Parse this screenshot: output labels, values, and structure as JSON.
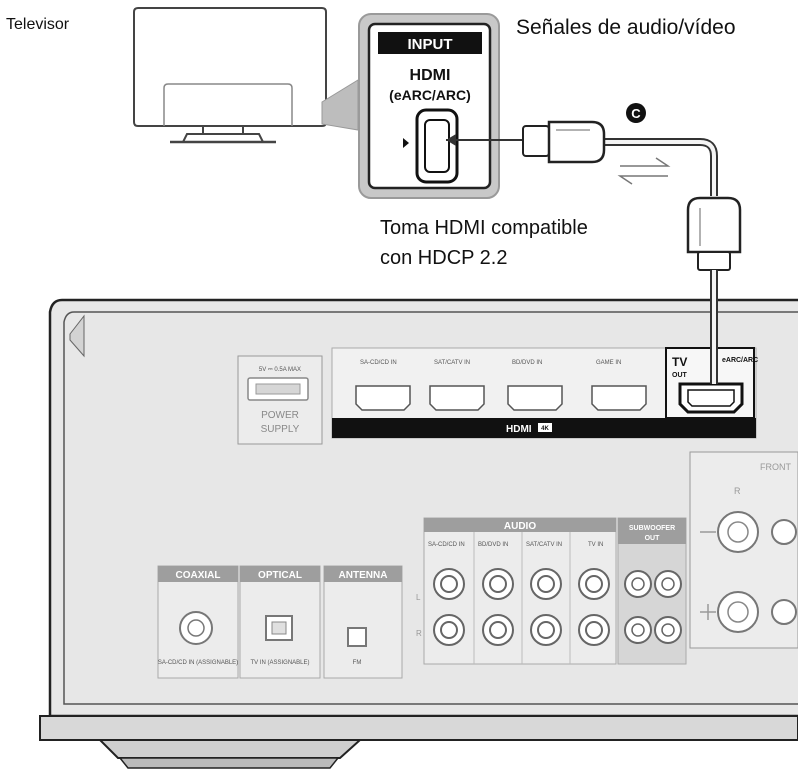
{
  "labels": {
    "tv": "Televisor",
    "signals": "Señales de audio/vídeo",
    "hdcp_line1": "Toma HDMI compatible",
    "hdcp_line2": "con HDCP 2.2"
  },
  "tv_input": {
    "header": "INPUT",
    "hdmi": "HDMI",
    "arc": "(eARC/ARC)"
  },
  "cable_marker": "C",
  "receiver": {
    "usb_label_1": "5V ⎓ 0.5A MAX",
    "usb_label_2": "POWER",
    "usb_label_3": "SUPPLY",
    "hdmi_bar": "HDMI",
    "hdmi_bar_badge": "4K",
    "hdmi_in_labels": [
      "SA-CD/CD IN",
      "SAT/CATV IN",
      "BD/DVD IN",
      "GAME IN"
    ],
    "tv_out": "TV",
    "tv_out_sub": "OUT",
    "tv_out_arc": "eARC/ARC",
    "coaxial": "COAXIAL",
    "coaxial_sub": "SA-CD/CD IN (ASSIGNABLE)",
    "optical": "OPTICAL",
    "optical_sub": "TV IN (ASSIGNABLE)",
    "antenna": "ANTENNA",
    "antenna_sub": "FM",
    "audio": "AUDIO",
    "audio_jacks": [
      "SA-CD/CD IN",
      "BD/DVD IN",
      "SAT/CATV IN",
      "TV IN"
    ],
    "subwoofer_1": "SUBWOOFER",
    "subwoofer_2": "OUT",
    "front": "FRONT",
    "front_r": "R",
    "side_l": "L",
    "side_r": "R"
  }
}
